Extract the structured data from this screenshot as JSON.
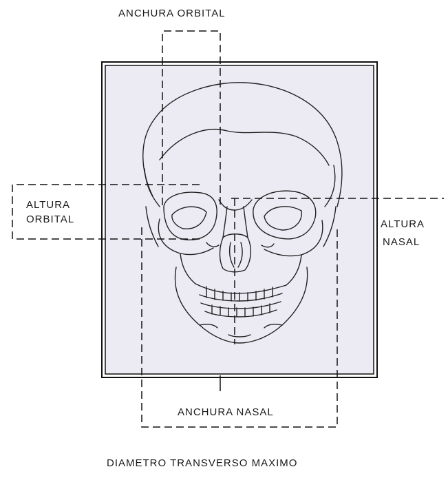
{
  "labels": {
    "anchura_orbital": "ANCHURA ORBITAL",
    "altura_orbital_line1": "ALTURA",
    "altura_orbital_line2": "ORBITAL",
    "altura_nasal_line1": "ALTURA",
    "altura_nasal_line2": "NASAL",
    "anchura_nasal": "ANCHURA NASAL",
    "diametro": "DIAMETRO TRANSVERSO MAXIMO"
  },
  "colors": {
    "frame_fill": "#ecebf4",
    "line": "#111111",
    "background": "#ffffff"
  }
}
